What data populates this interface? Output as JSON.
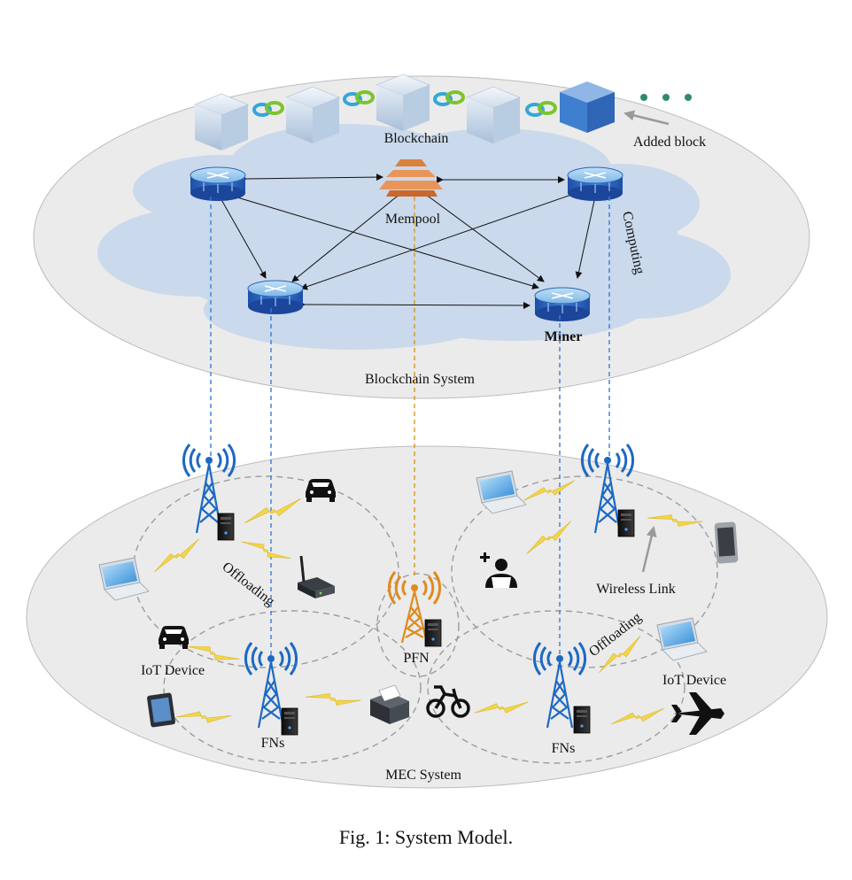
{
  "labels": {
    "blockchain": "Blockchain",
    "added_block": "Added block",
    "mempool": "Mempool",
    "computing": "Computing",
    "miner": "Miner",
    "blockchain_system": "Blockchain System",
    "offloading_left": "Offloading",
    "offloading_right": "Offloading",
    "wireless_link": "Wireless Link",
    "iot_device_left": "IoT Device",
    "iot_device_right": "IoT Device",
    "pfn": "PFN",
    "fns_left": "FNs",
    "fns_right": "FNs",
    "mec_system": "MEC System"
  },
  "caption": "Fig. 1: System Model.",
  "icons": [
    "cube-icon",
    "chain-link-icon",
    "router-icon",
    "mempool-icon",
    "tower-icon",
    "server-icon",
    "car-icon",
    "laptop-icon",
    "wifi-router-icon",
    "tablet-icon",
    "printer-icon",
    "bicycle-icon",
    "smartphone-icon",
    "airplane-icon",
    "doctor-icon",
    "lightning-icon"
  ],
  "colors": {
    "ellipse_fill": "#ebebeb",
    "cloud_fill": "#c7d8ec",
    "blue_link": "#3a7dd6",
    "orange_link": "#d99a1e",
    "tower_blue": "#1c69c4",
    "tower_orange": "#e08a20",
    "lightning": "#f0d042"
  }
}
